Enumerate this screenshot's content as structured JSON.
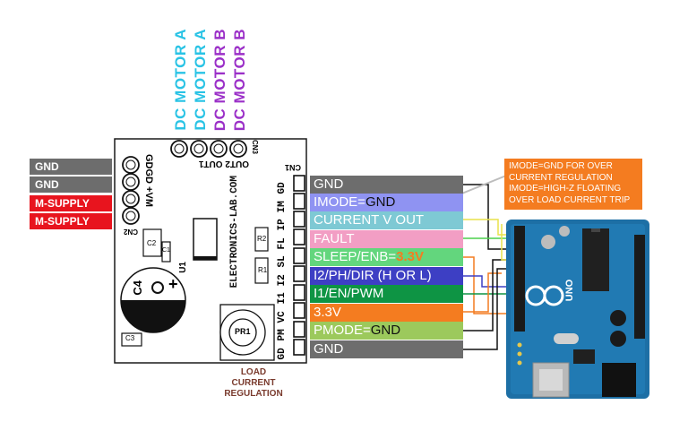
{
  "motor_labels": [
    {
      "text": "DC MOTOR A",
      "color": "#29c3e5"
    },
    {
      "text": "DC MOTOR A",
      "color": "#29c3e5"
    },
    {
      "text": "DC MOTOR B",
      "color": "#9b30c8"
    },
    {
      "text": "DC MOTOR B",
      "color": "#9b30c8"
    }
  ],
  "supply_tags": [
    {
      "text": "GND",
      "color": "#6d6d6d"
    },
    {
      "text": "GND",
      "color": "#6d6d6d"
    },
    {
      "text": "M-SUPPLY",
      "color": "#e8141e"
    },
    {
      "text": "M-SUPPLY",
      "color": "#e8141e"
    }
  ],
  "pin_tags": [
    {
      "text": "GND",
      "suffix": "",
      "color": "#6d6d6d",
      "text_color": "#ffffff",
      "suffix_color": "#ffffff"
    },
    {
      "text": "IMODE=",
      "suffix": "GND",
      "color": "#8f93f2",
      "text_color": "#ffffff",
      "suffix_color": "#111111"
    },
    {
      "text": "CURRENT V OUT",
      "suffix": "",
      "color": "#7ec9d4",
      "text_color": "#ffffff",
      "suffix_color": "#ffffff"
    },
    {
      "text": "FAULT",
      "suffix": "",
      "color": "#f29ec4",
      "text_color": "#ffffff",
      "suffix_color": "#ffffff"
    },
    {
      "text": "SLEEP/ENB=",
      "suffix": "3.3V",
      "color": "#63d67d",
      "text_color": "#ffffff",
      "suffix_color": "#f47c20"
    },
    {
      "text": "I2/PH/DIR (H OR L)",
      "suffix": "",
      "color": "#3d3fc4",
      "text_color": "#ffffff",
      "suffix_color": "#ffffff"
    },
    {
      "text": "I1/EN/PWM",
      "suffix": "",
      "color": "#0e9444",
      "text_color": "#ffffff",
      "suffix_color": "#ffffff"
    },
    {
      "text": "3.3V",
      "suffix": "",
      "color": "#f47c20",
      "text_color": "#ffffff",
      "suffix_color": "#ffffff"
    },
    {
      "text": "PMODE=",
      "suffix": "GND",
      "color": "#9cc95c",
      "text_color": "#ffffff",
      "suffix_color": "#111111"
    },
    {
      "text": "GND",
      "suffix": "",
      "color": "#6d6d6d",
      "text_color": "#ffffff",
      "suffix_color": "#ffffff"
    }
  ],
  "note": {
    "text": "IMODE=GND FOR OVER CURRENT REGULATION IMODE=HIGH-Z FLOATING OVER LOAD CURRENT TRIP",
    "color": "#f47c20"
  },
  "caption": {
    "line1": "LOAD",
    "line2": "CURRENT",
    "line3": "REGULATION"
  },
  "board": {
    "website": "ELECTRONICS-LAB.COM",
    "cn1": "CN1",
    "cn2": "CN2",
    "cn3": "CN3",
    "u1": "U1",
    "r1": "R1",
    "r2": "R2",
    "c1": "C1",
    "c2": "C2",
    "c3": "C3",
    "c4": "C4",
    "c4_plus": "+",
    "pr1": "PR1",
    "cn2_pins": "GDGD +VM",
    "cn3_pins": "OUT2 OUT1",
    "cn1_pins": [
      "GD",
      "IM",
      "IP",
      "FL",
      "SL",
      "I2",
      "I1",
      "VC",
      "PM",
      "GD"
    ]
  },
  "arduino": {
    "label": "UNO"
  }
}
